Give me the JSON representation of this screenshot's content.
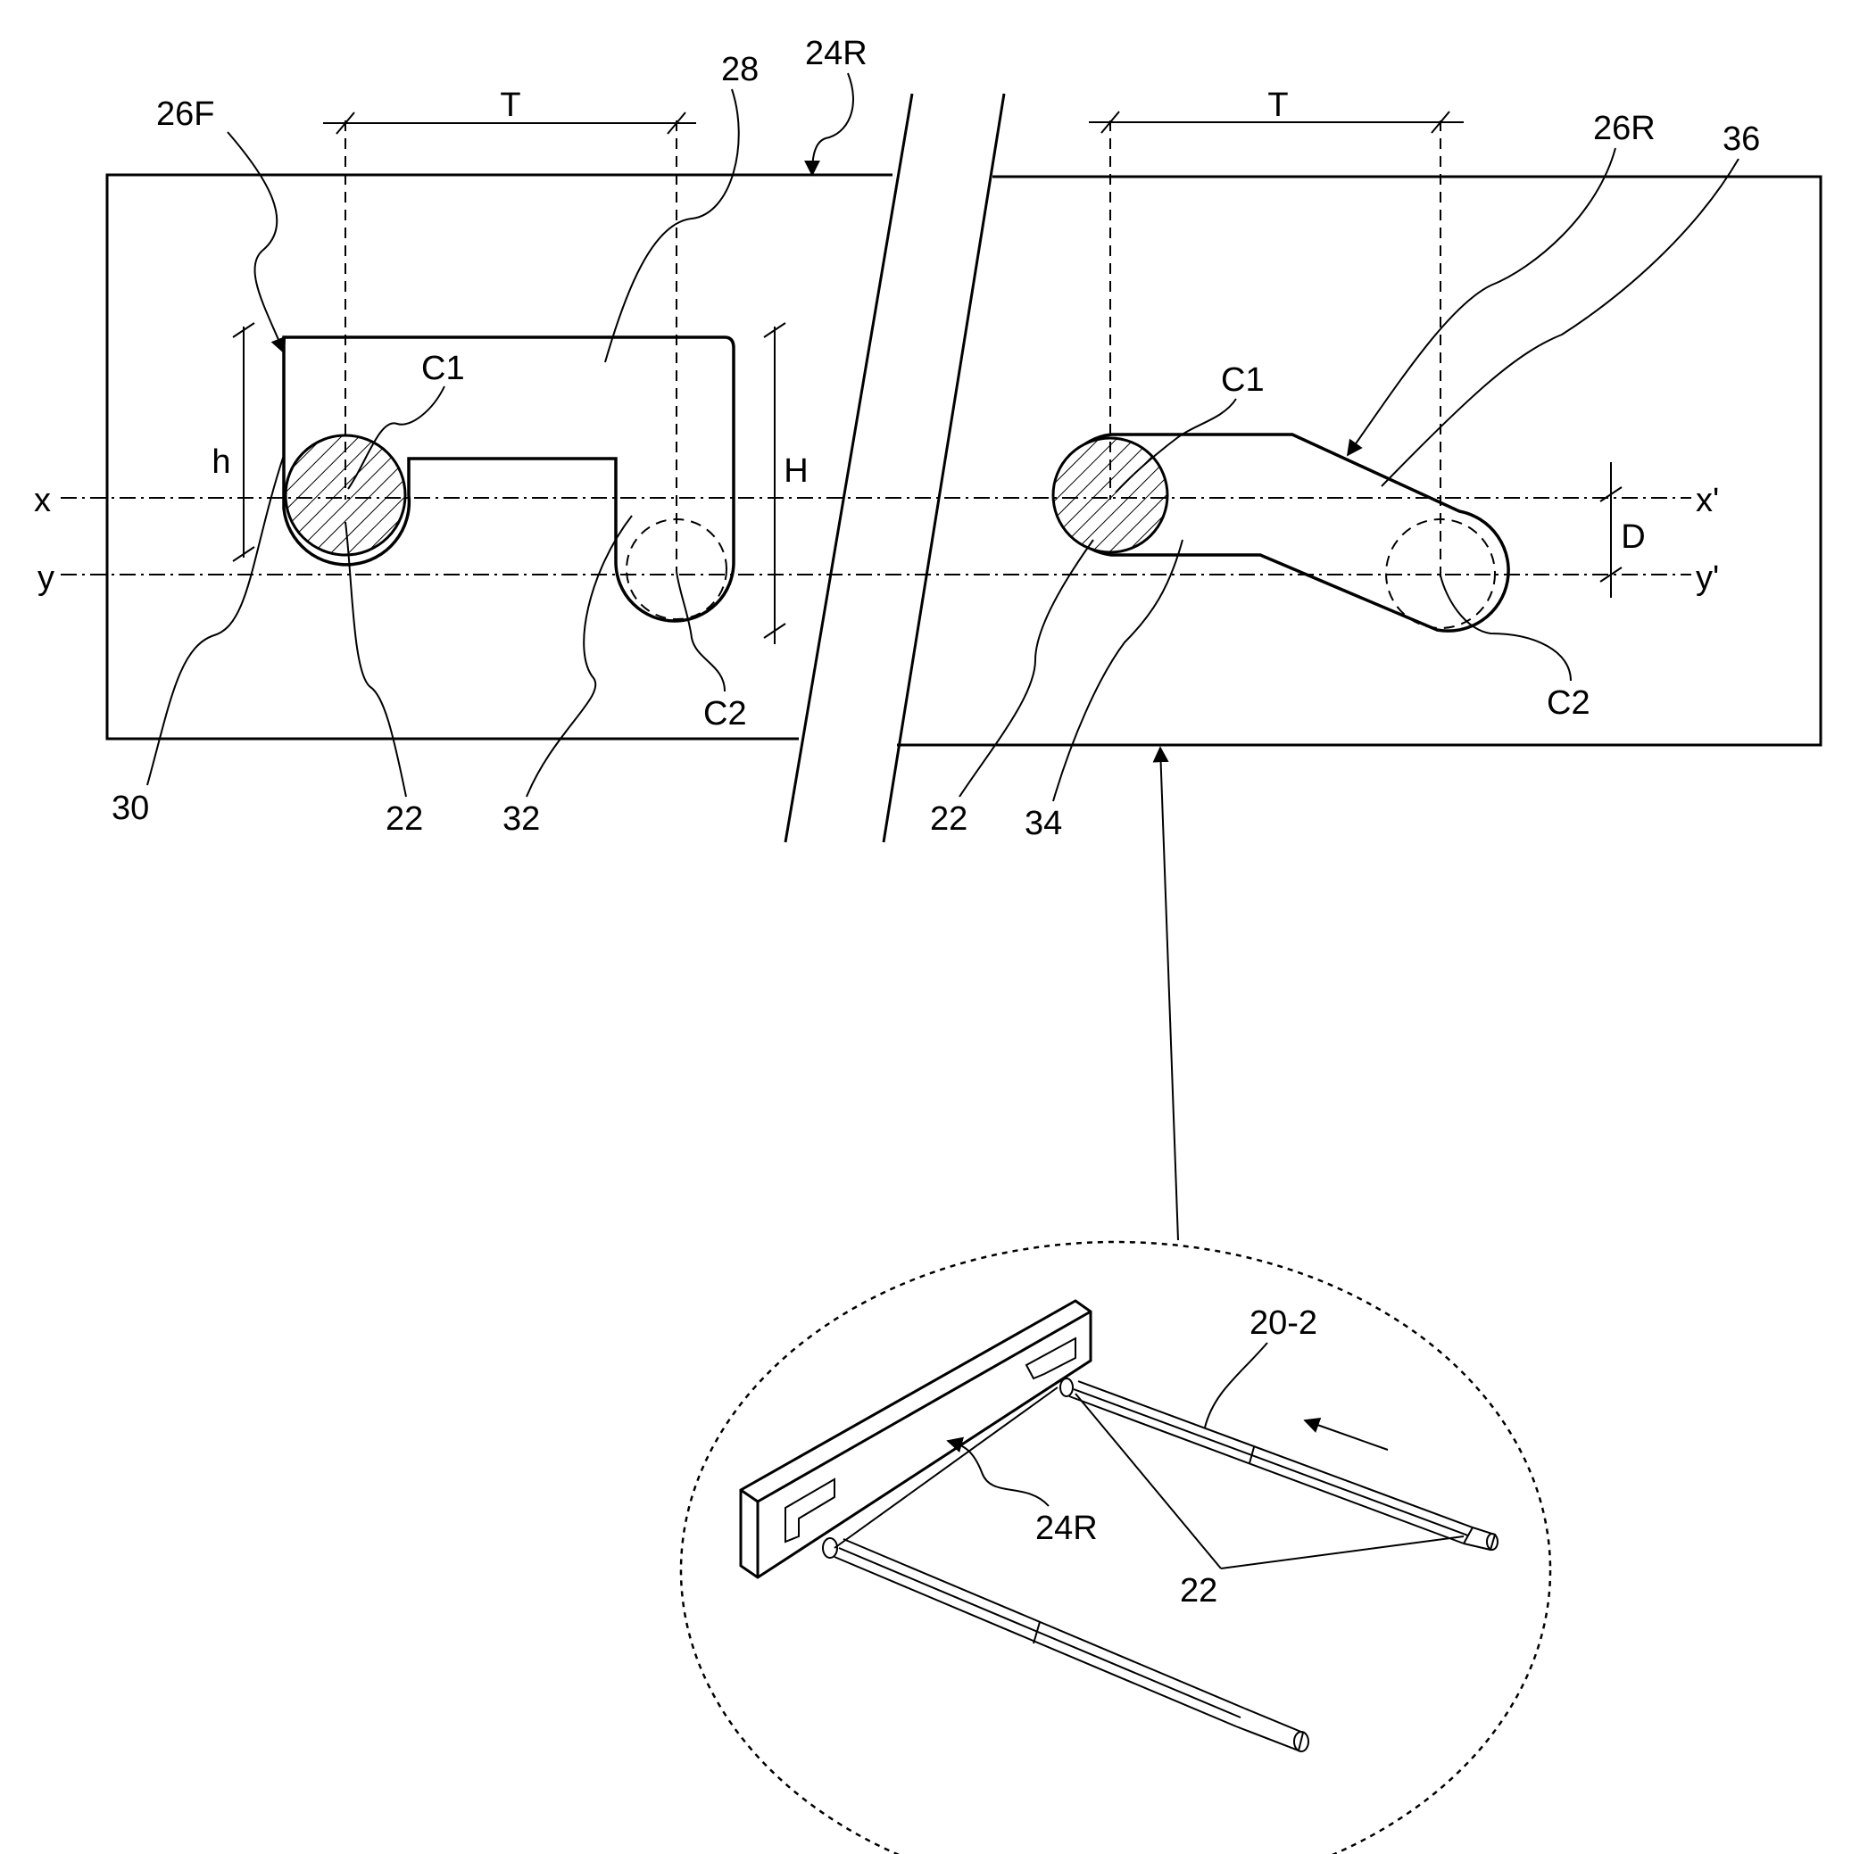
{
  "figure": {
    "left_panel": {
      "dim_T": "T",
      "dim_h": "h",
      "dim_H": "H",
      "label_26F": "26F",
      "label_28": "28",
      "label_24R": "24R",
      "label_C1": "C1",
      "label_C2": "C2",
      "label_30": "30",
      "label_22": "22",
      "label_32": "32"
    },
    "right_panel": {
      "dim_T": "T",
      "dim_D": "D",
      "label_26R": "26R",
      "label_36": "36",
      "label_C1": "C1",
      "label_C2": "C2",
      "label_22": "22",
      "label_34": "34"
    },
    "axes": {
      "x": "x",
      "x_prime": "x'",
      "y": "y",
      "y_prime": "y'"
    },
    "inset": {
      "label_20_2": "20-2",
      "label_24R": "24R",
      "label_22": "22"
    }
  }
}
